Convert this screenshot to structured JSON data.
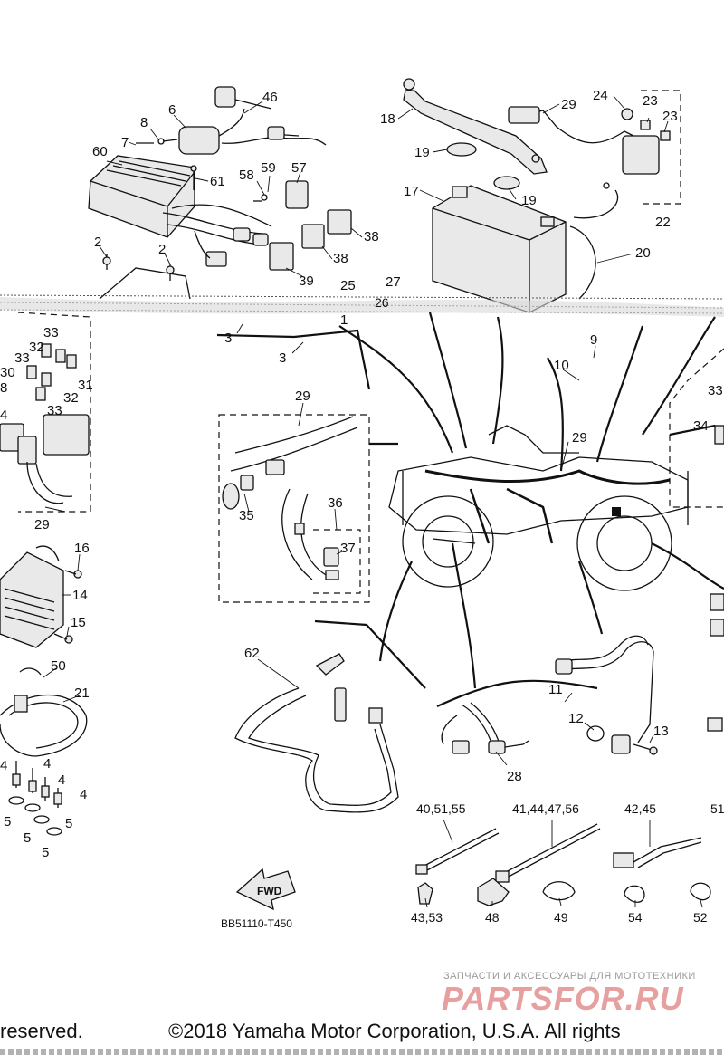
{
  "diagram": {
    "drawing_code": "BB51110-T450",
    "fwd_label": "FWD",
    "labels": {
      "n2a": "2",
      "n2b": "2",
      "n3a": "3",
      "n3b": "3",
      "n4a": "4",
      "n4b": "4",
      "n4c": "4",
      "n4d": "4",
      "n5a": "5",
      "n5b": "5",
      "n5c": "5",
      "n5d": "5",
      "n6": "6",
      "n7": "7",
      "n8": "8",
      "n9": "9",
      "n10": "10",
      "n11": "11",
      "n12": "12",
      "n13": "13",
      "n14": "14",
      "n15": "15",
      "n16": "16",
      "n17": "17",
      "n18": "18",
      "n19a": "19",
      "n19b": "19",
      "n20": "20",
      "n21": "21",
      "n22": "22",
      "n23a": "23",
      "n23b": "23",
      "n24": "24",
      "n25": "25",
      "n26": "26",
      "n27": "27",
      "n28": "28",
      "n29a": "29",
      "n29b": "29",
      "n29c": "29",
      "n29d": "29",
      "n30": "30",
      "n31": "31",
      "n32a": "32",
      "n32b": "32",
      "n33a": "33",
      "n33b": "33",
      "n33c": "33",
      "n33d": "33",
      "n34": "34",
      "n35": "35",
      "n36": "36",
      "n37": "37",
      "n38a": "38",
      "n38b": "38",
      "n39": "39",
      "n46": "46",
      "n50": "50",
      "n57": "57",
      "n58": "58",
      "n59": "59",
      "n60": "60",
      "n61": "61",
      "n62": "62",
      "g405155": "40,51,55",
      "g41444756": "41,44,47,56",
      "g4245": "42,45",
      "g51": "51",
      "g4353": "43,53",
      "g48": "48",
      "g49": "49",
      "g54": "54",
      "g52": "52",
      "edge3": "3",
      "edge8": "8",
      "edge4": "4",
      "edge1": "1"
    }
  },
  "watermark": {
    "subtitle": "ЗАПЧАСТИ И АКСЕССУАРЫ ДЛЯ МОТОТЕХНИКИ",
    "logo": "PARTSFOR.RU"
  },
  "footer": {
    "left": "reserved.",
    "right": "©2018 Yamaha Motor Corporation, U.S.A. All rights"
  }
}
